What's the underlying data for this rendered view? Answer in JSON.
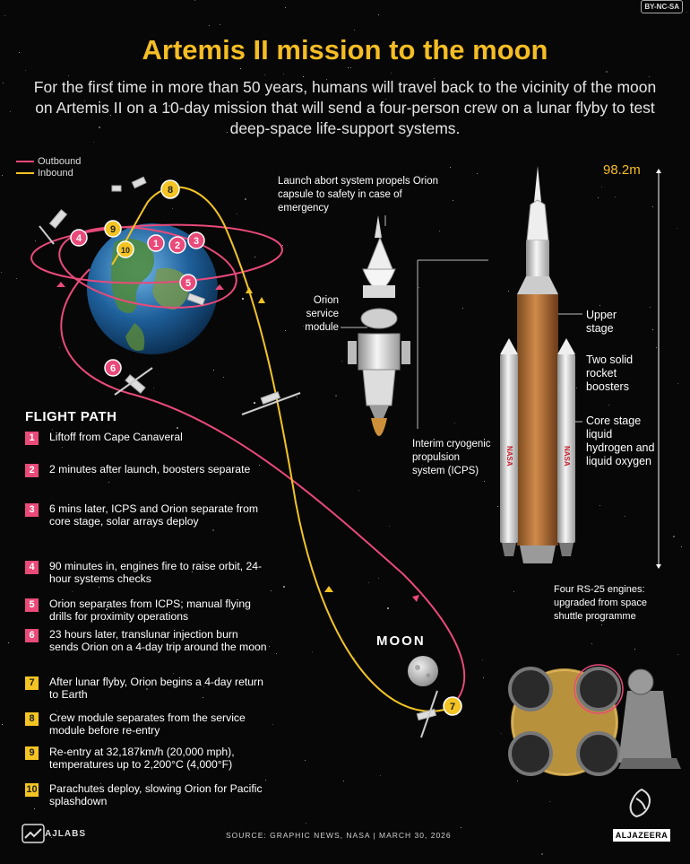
{
  "header": {
    "title": "Artemis II mission to the moon",
    "intro": "For the first time in more than 50 years, humans will travel back to the vicinity of the moon on Artemis II on a 10-day mission that will send a four-person crew on a lunar flyby to test deep-space life-support systems.",
    "license": "BY-NC-SA"
  },
  "legend": {
    "outbound": "Outbound",
    "inbound": "Inbound",
    "outbound_color": "#e94a7a",
    "inbound_color": "#f3c424"
  },
  "diagram_labels": {
    "launch_abort": "Launch abort system propels Orion capsule to safety in case of emergency",
    "service_module": "Orion service module",
    "icps": "Interim cryogenic propulsion system (ICPS)",
    "height": "98.2m",
    "upper_stage": "Upper stage",
    "boosters": "Two solid rocket boosters",
    "core_stage": "Core stage liquid hydrogen and liquid oxygen",
    "engines": "Four RS-25 engines: upgraded from space shuttle programme",
    "moon": "MOON",
    "rocket_text": "NASA"
  },
  "flight_path": {
    "heading": "FLIGHT PATH",
    "steps": [
      {
        "n": "1",
        "text": "Liftoff from Cape Canaveral",
        "color": "pink"
      },
      {
        "n": "2",
        "text": "2 minutes after launch, boosters separate",
        "color": "pink"
      },
      {
        "n": "3",
        "text": "6 mins later, ICPS and Orion separate from core stage, solar arrays deploy",
        "color": "pink"
      },
      {
        "n": "4",
        "text": "90 minutes in, engines fire to raise orbit, 24-hour systems checks",
        "color": "pink"
      },
      {
        "n": "5",
        "text": "Orion separates from ICPS; manual flying drills for proximity operations",
        "color": "pink"
      },
      {
        "n": "6",
        "text": "23 hours later, translunar injection burn sends Orion on a 4-day trip around the moon",
        "color": "pink"
      },
      {
        "n": "7",
        "text": "After lunar flyby, Orion begins a 4-day return to Earth",
        "color": "yellow"
      },
      {
        "n": "8",
        "text": "Crew module separates from the service module before re-entry",
        "color": "yellow"
      },
      {
        "n": "9",
        "text": "Re-entry at 32,187km/h (20,000 mph), temperatures up to 2,200°C (4,000°F)",
        "color": "yellow"
      },
      {
        "n": "10",
        "text": "Parachutes deploy, slowing Orion for Pacific splashdown",
        "color": "yellow"
      }
    ]
  },
  "footer": {
    "source": "SOURCE:  GRAPHIC NEWS, NASA  |  MARCH 30, 2026",
    "ajlabs": "AJLABS",
    "aljazeera": "ALJAZEERA"
  }
}
